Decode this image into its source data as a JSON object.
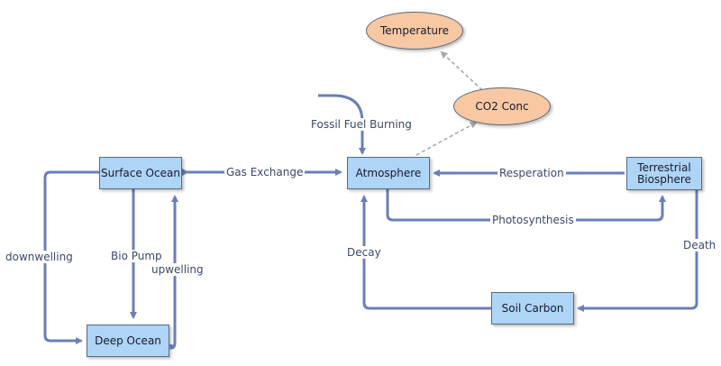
{
  "nodes": {
    "temperature": "Temperature",
    "co2_conc": "CO2 Conc",
    "atmosphere": "Atmosphere",
    "surface_ocean": "Surface Ocean",
    "deep_ocean": "Deep Ocean",
    "terrestrial_biosphere": "Terrestrial\nBiosphere",
    "soil_carbon": "Soil Carbon"
  },
  "flows": {
    "fossil_fuel_burning": "Fossil Fuel Burning",
    "gas_exchange": "Gas Exchange",
    "resperation": "Resperation",
    "photosynthesis": "Photosynthesis",
    "decay": "Decay",
    "death": "Death",
    "downwelling": "downwelling",
    "bio_pump": "Bio Pump",
    "upwelling": "upwelling"
  },
  "colors": {
    "flow_line": "#6b7fb5",
    "link_line": "#a8a8a8",
    "stock_fill": "#aed4f6",
    "aux_fill": "#f7c8a2"
  }
}
